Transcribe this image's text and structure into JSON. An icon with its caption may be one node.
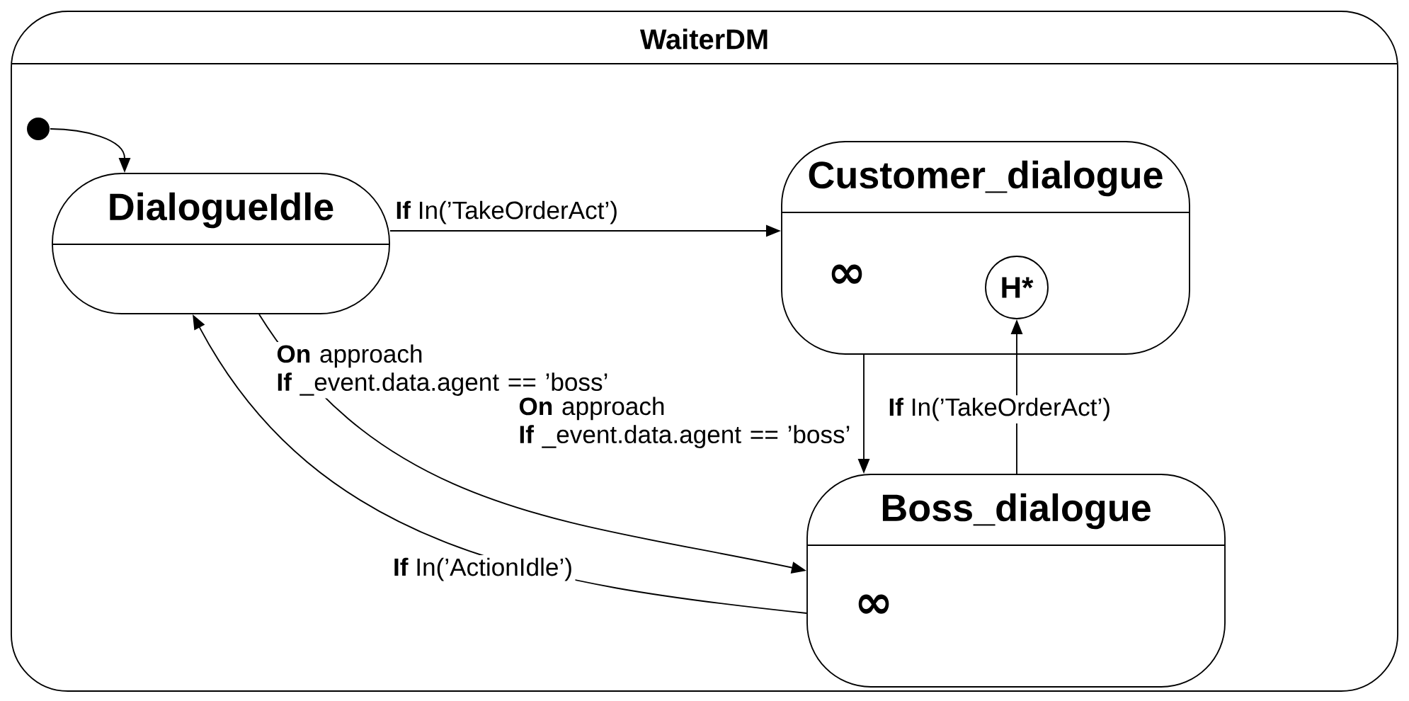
{
  "diagram": {
    "nodes": [
      {
        "text": [
          "WaiterDM"
        ]
      },
      {
        "text": [],
        "shape": "circle",
        "in": 0
      },
      {
        "text": [
          "DialogueIdle"
        ],
        "in": 0
      },
      {
        "text": [
          "Customer_dialogue",
          "∞"
        ],
        "in": 0
      },
      {
        "text": [
          "H*"
        ],
        "in": 3
      },
      {
        "text": [
          "Boss_dialogue",
          "∞"
        ],
        "in": 0
      }
    ],
    "edges": [
      {
        "from": 1,
        "to": 2,
        "arrow": "to"
      },
      {
        "from": 2,
        "to": 3,
        "arrow": "to",
        "label": "**If** In(’TakeOrderAct’)"
      },
      {
        "from": 2,
        "to": 5,
        "arrow": "to",
        "label": "**On** approach **If** _event.data.agent == ’boss’"
      },
      {
        "from": 5,
        "to": 2,
        "arrow": "to",
        "label": "**If** In(’ActionIdle’)"
      },
      {
        "from": 3,
        "to": 5,
        "arrow": "to",
        "label": "**On** approach **If** _event.data.agent == ’boss’"
      },
      {
        "from": 5,
        "to": 4,
        "arrow": "to",
        "label": "**If** In(’TakeOrderAct’)"
      }
    ]
  }
}
